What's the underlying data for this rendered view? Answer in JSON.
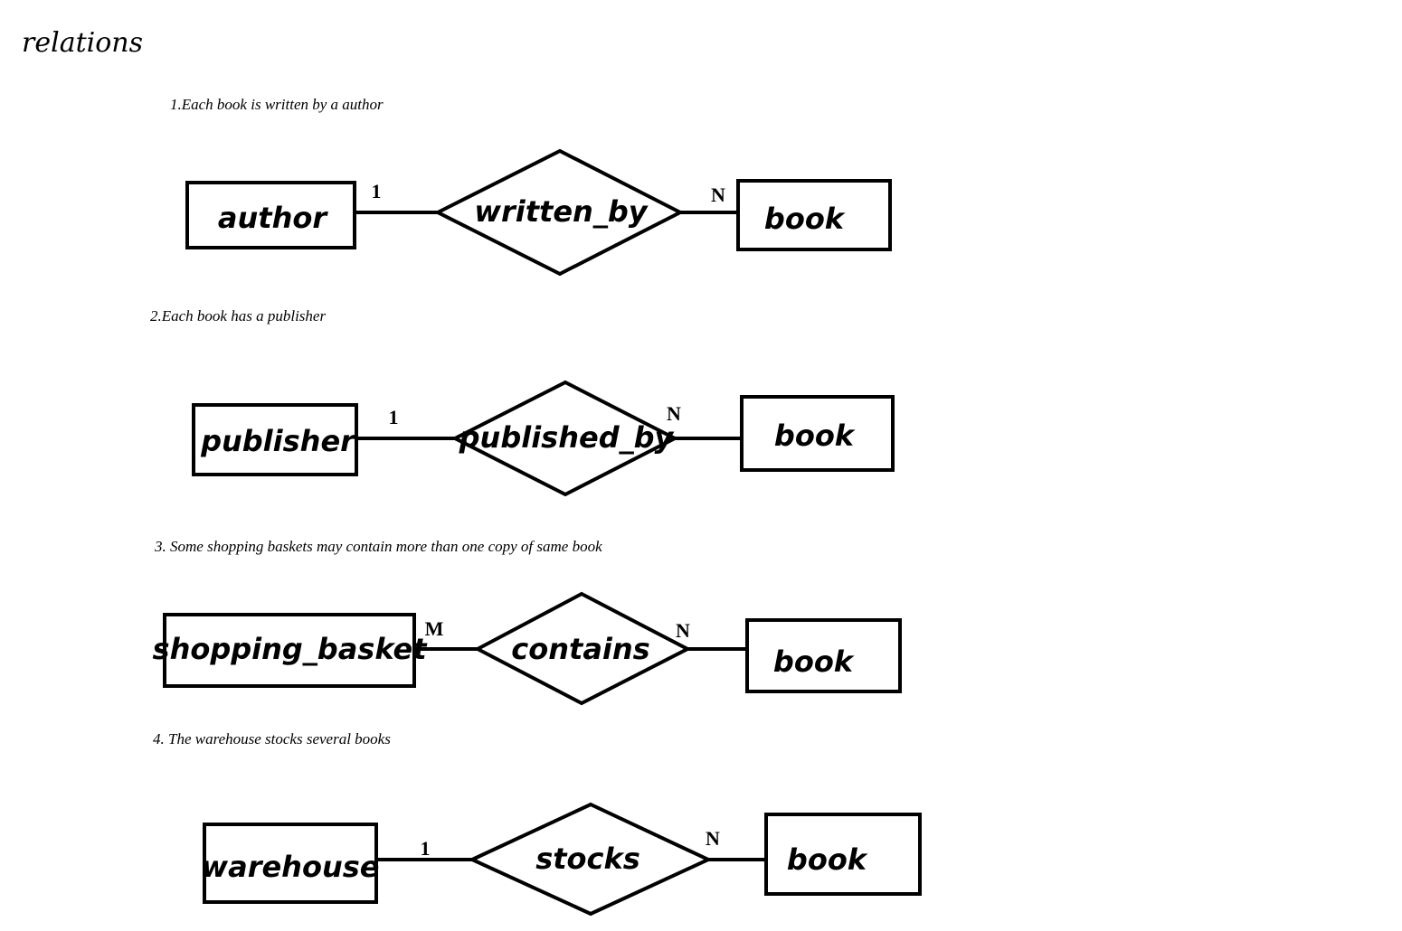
{
  "heading": "relations",
  "relations": [
    {
      "caption": "1.Each book is written by a author",
      "left_entity": "author",
      "relationship": "written_by",
      "right_entity": "book",
      "left_cardinality": "1",
      "right_cardinality": "N"
    },
    {
      "caption": "2.Each book has a publisher",
      "left_entity": "publisher",
      "relationship": "published_by",
      "right_entity": "book",
      "left_cardinality": "1",
      "right_cardinality": "N"
    },
    {
      "caption": "3. Some shopping baskets may contain more than one copy of same book",
      "left_entity": "shopping_basket",
      "relationship": "contains",
      "right_entity": "book",
      "left_cardinality": "M",
      "right_cardinality": "N"
    },
    {
      "caption": "4. The warehouse stocks several books",
      "left_entity": "warehouse",
      "relationship": "stocks",
      "right_entity": "book",
      "left_cardinality": "1",
      "right_cardinality": "N"
    }
  ]
}
